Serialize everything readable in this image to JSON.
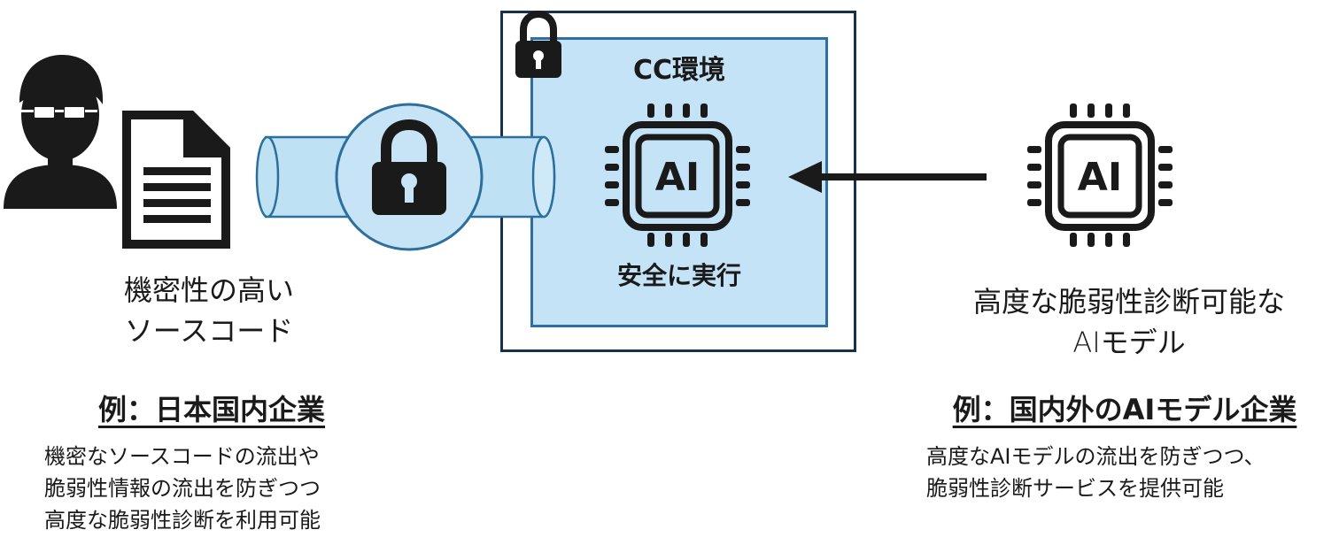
{
  "left": {
    "description_lines": [
      "機密性の高い",
      "ソースコード"
    ],
    "heading": "例：日本国内企業",
    "body_lines": [
      "機密なソースコードの流出や",
      "脆弱性情報の流出を防ぎつつ",
      "高度な脆弱性診断を利用可能"
    ]
  },
  "center": {
    "title": "CC環境",
    "chip_label": "AI",
    "caption": "安全に実行"
  },
  "right": {
    "chip_label": "AI",
    "description_lines": [
      "高度な脆弱性診断可能な",
      "AIモデル"
    ],
    "heading": "例：国内外のAIモデル企業",
    "body_lines": [
      "高度なAIモデルの流出を防ぎつつ、",
      "脆弱性診断サービスを提供可能"
    ]
  },
  "colors": {
    "icon": "#1a1a1a",
    "cc_outer_border": "#14324f",
    "cc_inner_border": "#2f6ea3",
    "cc_inner_fill": "#c5e3f7",
    "pipe_fill": "#bfe1f4",
    "pipe_stroke": "#2d6f9c"
  }
}
